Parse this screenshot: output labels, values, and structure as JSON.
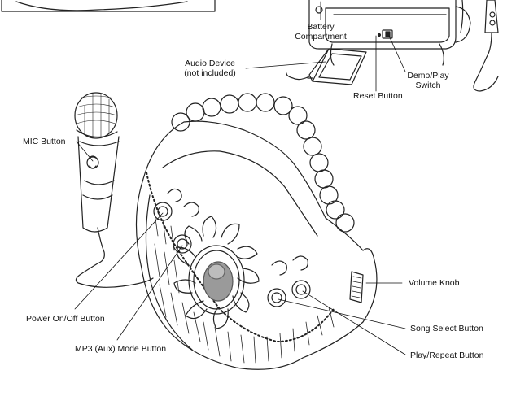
{
  "labels": {
    "battery_line1": "Battery",
    "battery_line2": "Compartment",
    "audio_line1": "Audio Device",
    "audio_line2": "(not included)",
    "demo_line1": "Demo/Play",
    "demo_line2": "Switch",
    "reset": "Reset Button",
    "mic_button": "MIC Button",
    "volume_knob": "Volume Knob",
    "power": "Power On/Off Button",
    "song_select": "Song Select Button",
    "mp3_mode": "MP3 (Aux) Mode Button",
    "play_repeat": "Play/Repeat Button"
  }
}
